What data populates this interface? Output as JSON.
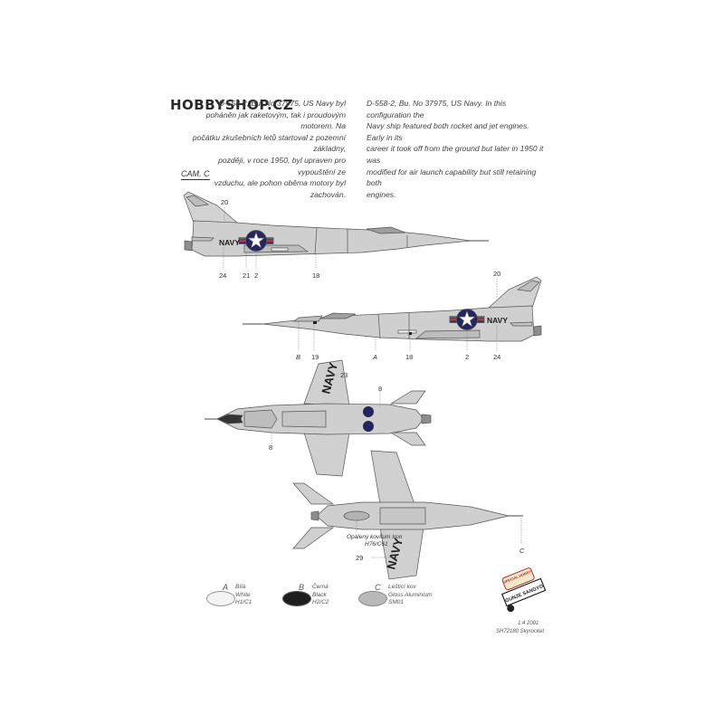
{
  "watermark": "HOBBYSHOP.CZ",
  "description": {
    "cz_lines": [
      "D-558-2, Bu. No 37975, US Navy byl",
      "poháněn jak raketovým, tak i proudovým motorem. Na",
      "počátku zkušebních letů startoval z pozemní základny,",
      "později, v roce 1950, byl upraven pro vypouštění ze",
      "vzduchu, ale pohon oběma motory byl zachován."
    ],
    "en_lines": [
      "D-558-2, Bu. No 37975, US Navy. In this configuration the",
      "Navy ship featured both rocket and jet engines. Early in its",
      "career it took off from the ground but later in 1950 it was",
      "modified for air launch capability but still retaining both",
      "engines."
    ]
  },
  "camo_label": "CAM. C",
  "aircraft_marking": "NAVY",
  "callouts": {
    "top_view": {
      "c20": "20",
      "c24": "24",
      "c21": "21",
      "c2": "2",
      "c18": "18"
    },
    "side_view": {
      "c20": "20",
      "cB": "B",
      "c19": "19",
      "cA": "A",
      "c18": "18",
      "c2": "2",
      "c24": "24"
    },
    "upper_plan": {
      "c23": "23",
      "c8a": "8",
      "c8b": "8"
    },
    "lower_plan": {
      "c29": "29",
      "cC": "C",
      "note_line1": "Opálený kovÍlum Iron",
      "note_line2": "H76/C61"
    }
  },
  "colors": [
    {
      "letter": "A",
      "cz": "Bílá",
      "en": "White",
      "code": "H1/C1",
      "hex": "#f4f4f4"
    },
    {
      "letter": "B",
      "cz": "Černá",
      "en": "Black",
      "code": "H2/C2",
      "hex": "#1e1e1e"
    },
    {
      "letter": "C",
      "cz": "Lešticí kov",
      "en": "Gloss Aluminium",
      "code": "SM01",
      "hex": "#b9b9b9"
    }
  ],
  "footer": {
    "scale": "1:4 2001",
    "kit": "SH72180 Skyrocket"
  },
  "brand": {
    "top": "SPECIAL HOBBY",
    "bottom": "GUNZE SANGYO"
  }
}
